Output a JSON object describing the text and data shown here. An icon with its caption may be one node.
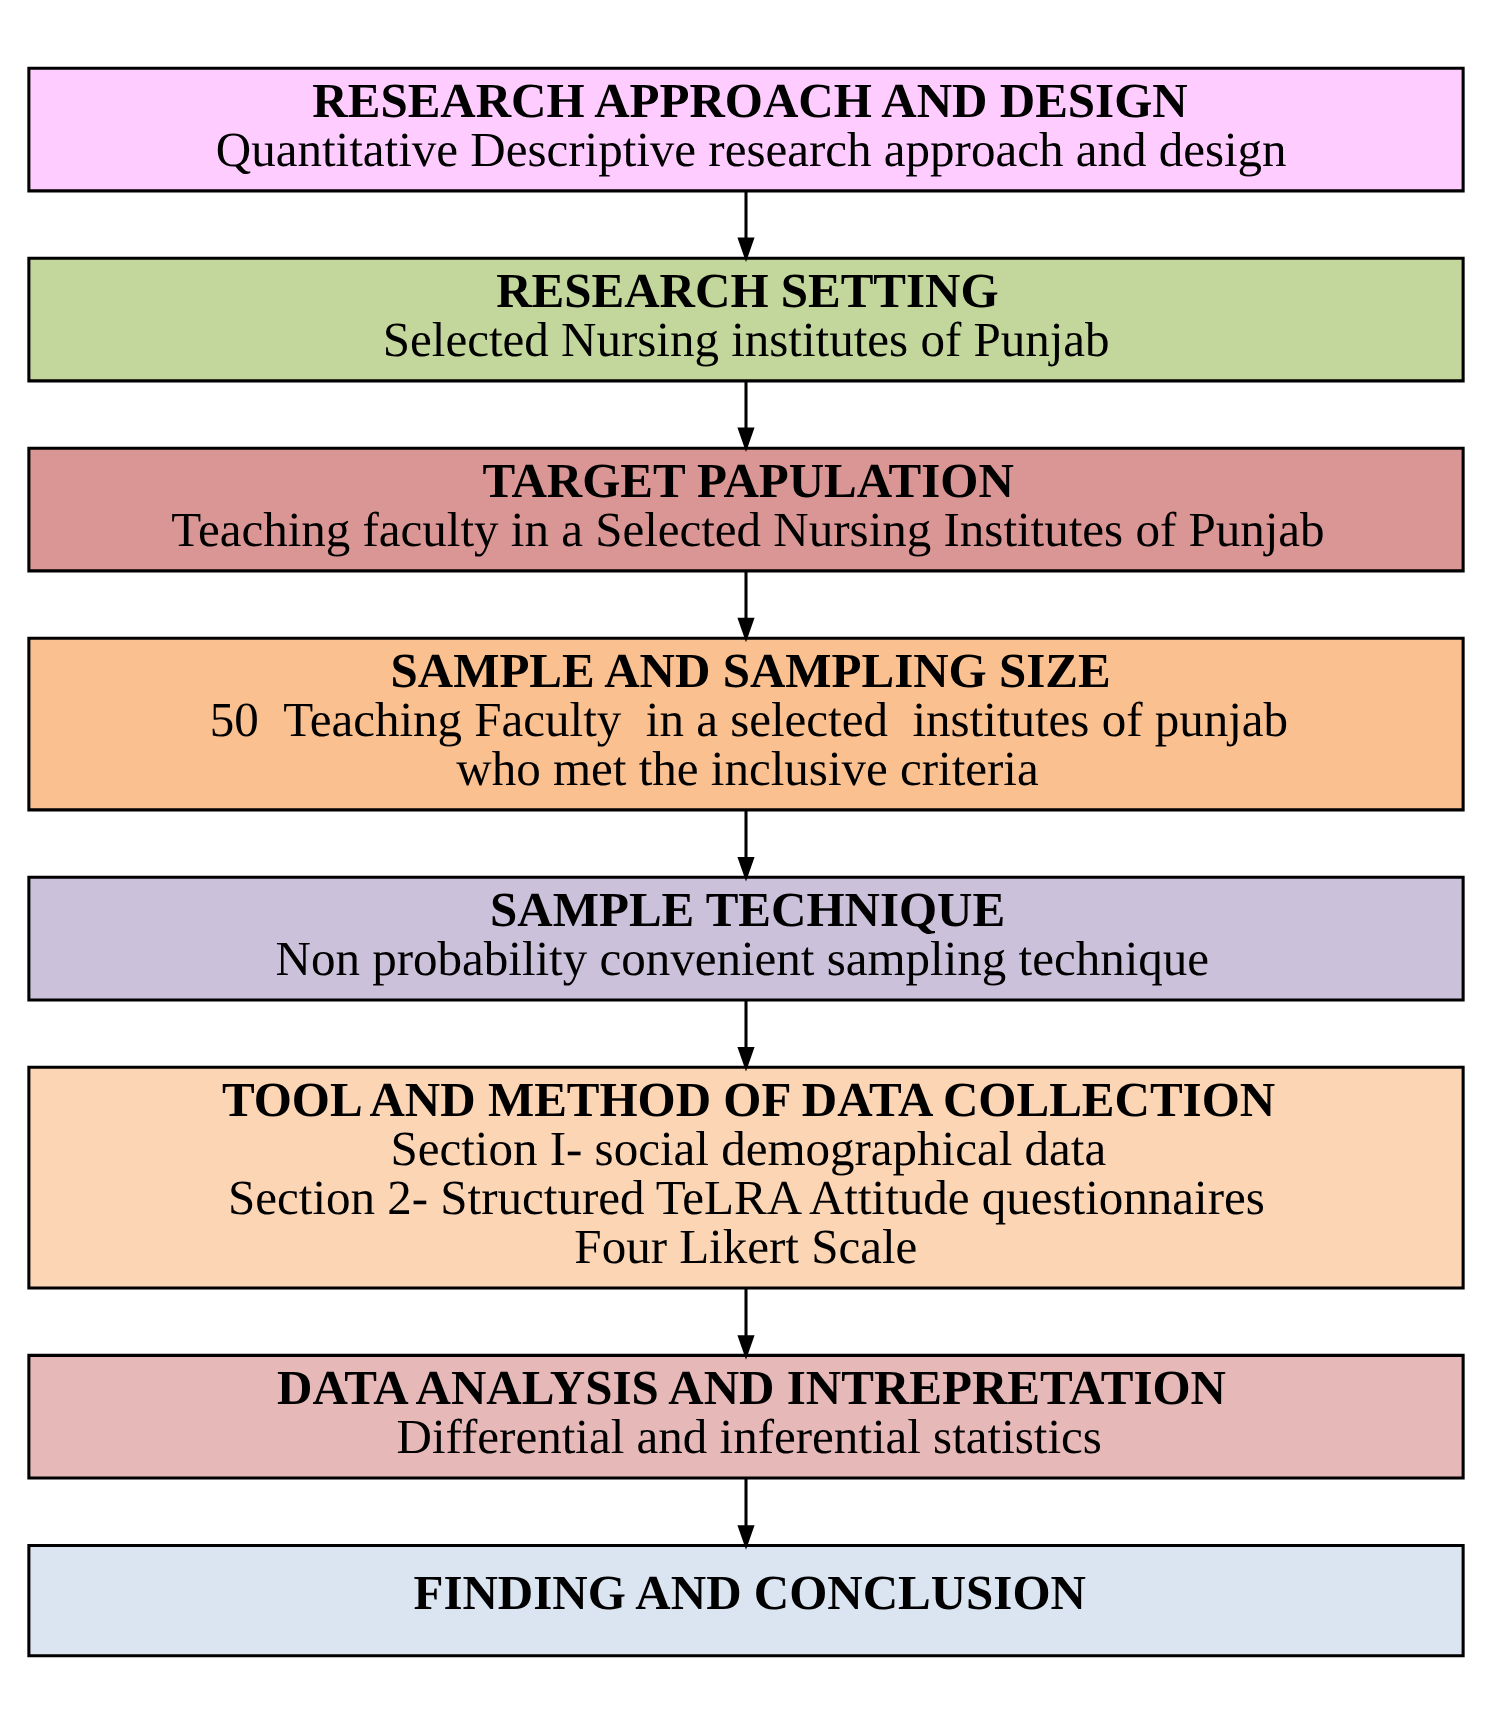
{
  "diagram": {
    "nodes": [
      {
        "text": [
          "RESEARCH APPROACH AND DESIGN",
          "Quantitative Descriptive research approach and design"
        ]
      },
      {
        "text": [
          "RESEARCH SETTING",
          "Selected Nursing institutes of Punjab"
        ]
      },
      {
        "text": [
          "TARGET PAPULATION",
          "Teaching faculty in a Selected Nursing Institutes of Punjab"
        ]
      },
      {
        "text": [
          "SAMPLE AND SAMPLING SIZE",
          "50  Teaching Faculty  in a selected  institutes of punjab who met the inclusive criteria"
        ]
      },
      {
        "text": [
          "SAMPLE TECHNIQUE",
          "Non probability convenient sampling technique"
        ]
      },
      {
        "text": [
          "TOOL AND METHOD OF DATA COLLECTION",
          "Section I- social demographical data",
          "Section 2- Structured TeLRA Attitude questionnaires",
          "Four Likert Scale"
        ]
      },
      {
        "text": [
          "DATA ANALYSIS AND INTREPRETATION",
          "Differential and inferential statistics"
        ]
      },
      {
        "text": [
          "FINDING AND CONCLUSION"
        ]
      }
    ],
    "edges": [
      {
        "from": 0,
        "to": 1,
        "arrow": "to"
      },
      {
        "from": 1,
        "to": 2,
        "arrow": "to"
      },
      {
        "from": 2,
        "to": 3,
        "arrow": "to"
      },
      {
        "from": 3,
        "to": 4,
        "arrow": "to"
      },
      {
        "from": 4,
        "to": 5,
        "arrow": "to"
      },
      {
        "from": 5,
        "to": 6,
        "arrow": "to"
      },
      {
        "from": 6,
        "to": 7,
        "arrow": "to"
      }
    ]
  }
}
